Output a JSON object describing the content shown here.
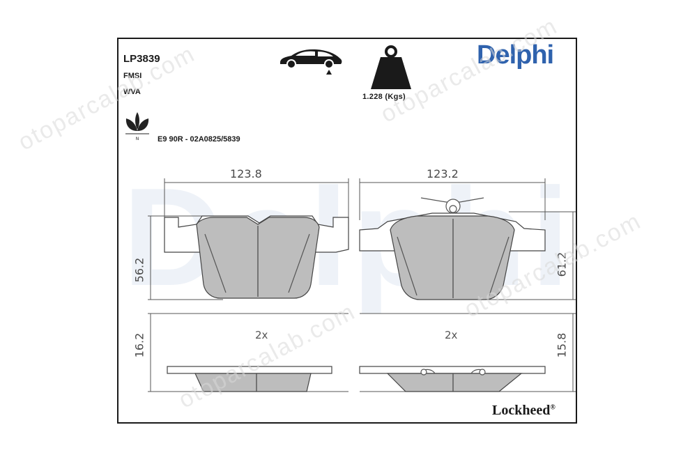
{
  "header": {
    "part_number": "LP3839",
    "fmsi_label": "FMSI",
    "wva_label": "WVA",
    "approval_code": "E9 90R - 02A0825/5839",
    "weight": "1.228 (Kgs)"
  },
  "brand": {
    "name": "Delphi",
    "color": "#2f62ad"
  },
  "footer": {
    "brand": "Lockheed",
    "registered": "®"
  },
  "icons": {
    "car": "car-rear-axle-icon",
    "weight": "weight-icon",
    "eco": "eco-leaf-icon"
  },
  "eco_mark": "N",
  "front_pad": {
    "width": "123.8",
    "height": "56.2",
    "thickness": "16.2",
    "qty": "2x"
  },
  "rear_pad": {
    "width": "123.2",
    "height": "61.2",
    "thickness": "15.8",
    "qty": "2x"
  },
  "watermark": "otoparcalab.com"
}
